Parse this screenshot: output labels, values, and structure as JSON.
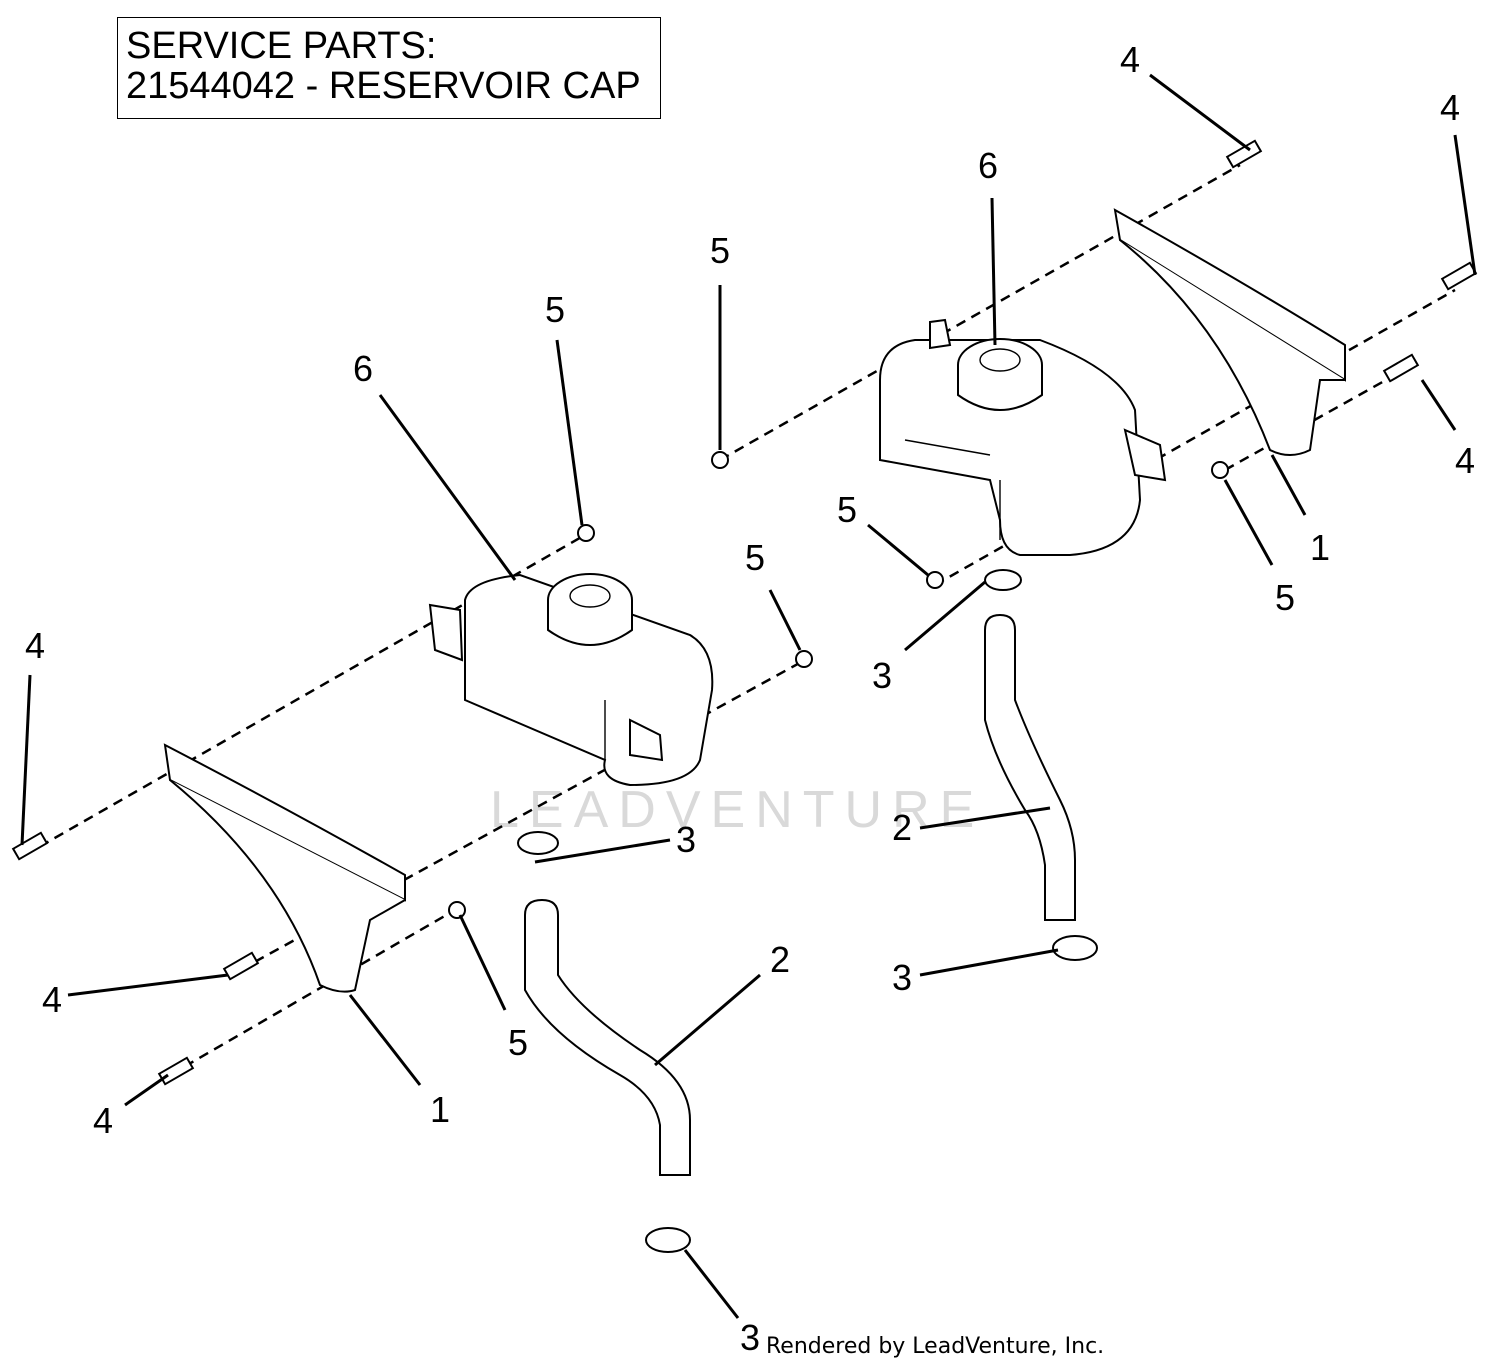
{
  "service_parts": {
    "title": "SERVICE PARTS:",
    "line": "21544042 - RESERVOIR CAP"
  },
  "callouts": [
    {
      "id": "c4-top",
      "label": "4"
    },
    {
      "id": "c4-topright",
      "label": "4"
    },
    {
      "id": "c6-right",
      "label": "6"
    },
    {
      "id": "c5-mid",
      "label": "5"
    },
    {
      "id": "c5-left-upper",
      "label": "5"
    },
    {
      "id": "c6-left",
      "label": "6"
    },
    {
      "id": "c4-right",
      "label": "4"
    },
    {
      "id": "c1-right",
      "label": "1"
    },
    {
      "id": "c5-right-lower",
      "label": "5"
    },
    {
      "id": "c5-center",
      "label": "5"
    },
    {
      "id": "c5-mid-lower",
      "label": "5"
    },
    {
      "id": "c3-mid",
      "label": "3"
    },
    {
      "id": "c4-left",
      "label": "4"
    },
    {
      "id": "c3-center",
      "label": "3"
    },
    {
      "id": "c2-right",
      "label": "2"
    },
    {
      "id": "c3-right-lower",
      "label": "3"
    },
    {
      "id": "c2-left",
      "label": "2"
    },
    {
      "id": "c4-left-lower",
      "label": "4"
    },
    {
      "id": "c5-left-lower",
      "label": "5"
    },
    {
      "id": "c4-left-bottom",
      "label": "4"
    },
    {
      "id": "c1-left",
      "label": "1"
    },
    {
      "id": "c3-bottom",
      "label": "3"
    }
  ],
  "watermark": "LEADVENTURE",
  "footer": "Rendered by LeadVenture, Inc."
}
